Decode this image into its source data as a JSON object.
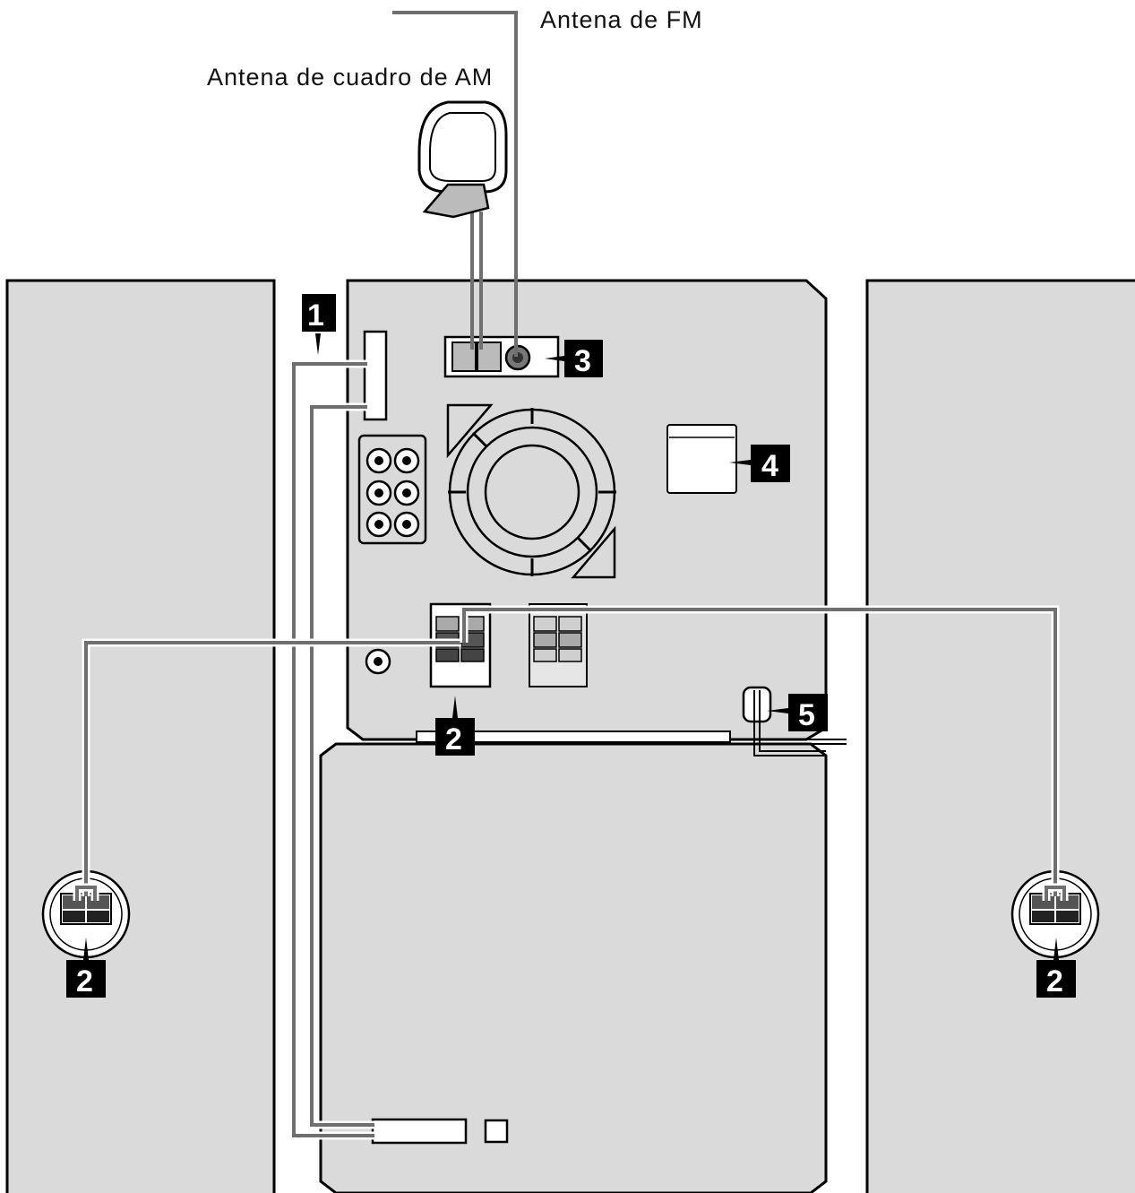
{
  "labels": {
    "fm_antenna": "Antena de FM",
    "am_loop_antenna": "Antena de cuadro de AM"
  },
  "callouts": {
    "c1": "1",
    "c2_center": "2",
    "c2_left": "2",
    "c2_right": "2",
    "c3": "3",
    "c4": "4",
    "c5": "5"
  },
  "colors": {
    "panel": "#dadada",
    "wire": "#6f6f6f",
    "callout_bg": "#000000",
    "callout_text": "#ffffff"
  }
}
